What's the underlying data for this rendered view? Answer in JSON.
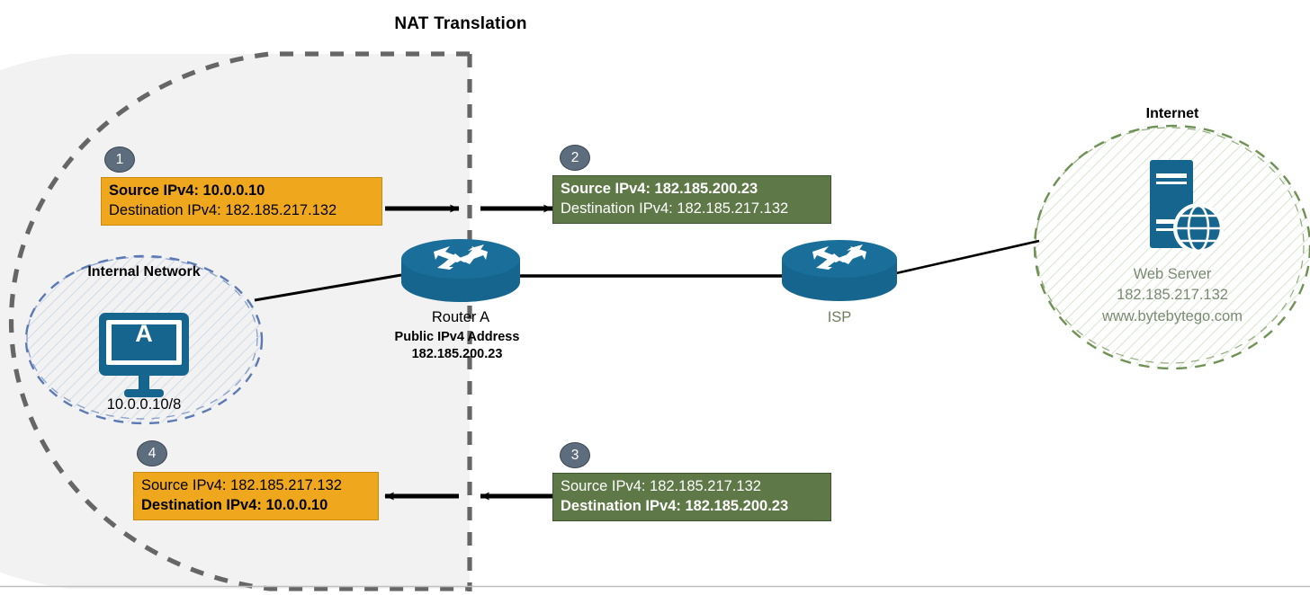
{
  "title": "NAT Translation",
  "colors": {
    "orange_fill": "#EFA81D",
    "orange_border": "#C98A10",
    "green_fill": "#5E7848",
    "green_border": "#3E5430",
    "badge_fill": "#5D6D7E",
    "device_blue": "#15658E",
    "internal_zone_border": "#5B79B5",
    "internet_zone_border": "#6F9154",
    "nat_boundary": "#666666",
    "nat_zone_fill": "#F2F2F2",
    "isp_label": "#6E7D5E",
    "webserver_label": "#7A8A72"
  },
  "packets": [
    {
      "step": "1",
      "style": "orange",
      "line1": "Source IPv4: 10.0.0.10",
      "line1_bold": true,
      "line2": "Destination IPv4: 182.185.217.132",
      "line2_bold": false
    },
    {
      "step": "2",
      "style": "green",
      "line1": "Source IPv4: 182.185.200.23",
      "line1_bold": true,
      "line2": "Destination IPv4: 182.185.217.132",
      "line2_bold": false
    },
    {
      "step": "3",
      "style": "green",
      "line1": "Source IPv4: 182.185.217.132",
      "line1_bold": false,
      "line2": "Destination IPv4: 182.185.200.23",
      "line2_bold": true
    },
    {
      "step": "4",
      "style": "orange",
      "line1": "Source IPv4: 182.185.217.132",
      "line1_bold": false,
      "line2": "Destination IPv4: 10.0.0.10",
      "line2_bold": true
    }
  ],
  "zones": {
    "internal_network": {
      "label": "Internal Network",
      "host_label": "A",
      "host_ip": "10.0.0.10/8"
    },
    "internet": {
      "label": "Internet",
      "server_name": "Web Server",
      "server_ip": "182.185.217.132",
      "server_url": "www.bytebytego.com"
    }
  },
  "devices": {
    "router_a": {
      "name": "Router A",
      "public_label": "Public IPv4 Address",
      "public_ip": "182.185.200.23"
    },
    "isp": {
      "name": "ISP"
    }
  }
}
